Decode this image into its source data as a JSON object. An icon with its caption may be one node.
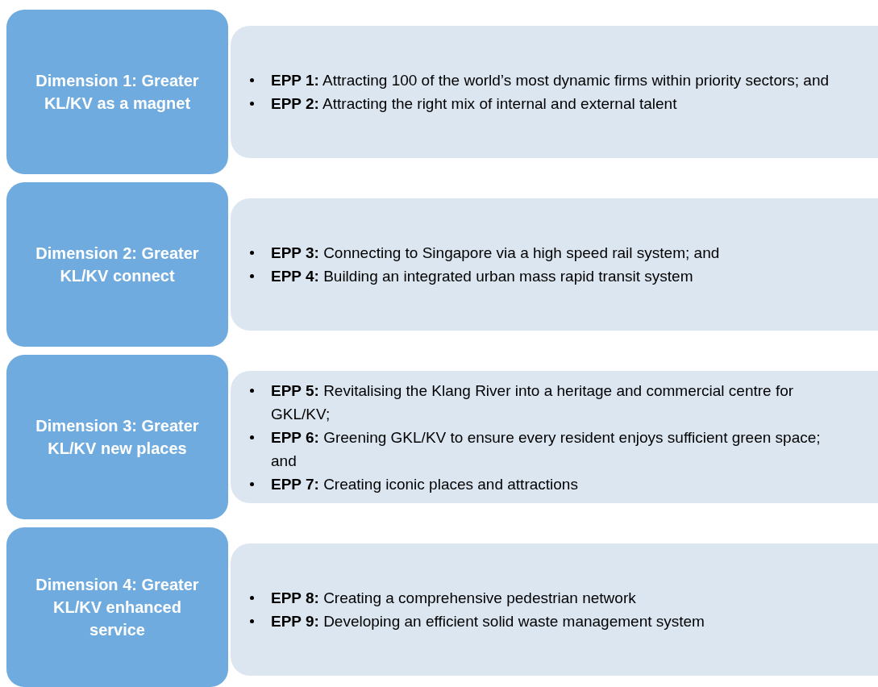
{
  "diagram": {
    "nodes": [
      {
        "text": [
          "Dimension 1: Greater KL/KV as a magnet"
        ]
      },
      {
        "text": [
          "**EPP 1:** Attracting 100 of the world’s most dynamic firms within priority sectors; and",
          "**EPP 2:** Attracting the right mix of internal and external talent"
        ]
      },
      {
        "text": [
          "Dimension 2: Greater KL/KV connect"
        ]
      },
      {
        "text": [
          "**EPP 3:** Connecting to Singapore via a high speed rail system; and",
          "**EPP 4:** Building an integrated urban mass rapid transit system"
        ]
      },
      {
        "text": [
          "Dimension 3: Greater KL/KV new places"
        ]
      },
      {
        "text": [
          "**EPP 5:** Revitalising the Klang River into a heritage and commercial centre for GKL/KV;",
          "**EPP 6:** Greening GKL/KV to ensure every resident enjoys sufficient green space; and",
          "**EPP 7:** Creating iconic places and attractions"
        ]
      },
      {
        "text": [
          "Dimension 4: Greater KL/KV enhanced service"
        ]
      },
      {
        "text": [
          "**EPP 8:** Creating a comprehensive pedestrian network",
          "**EPP 9:** Developing an efficient solid waste management system"
        ]
      }
    ]
  }
}
